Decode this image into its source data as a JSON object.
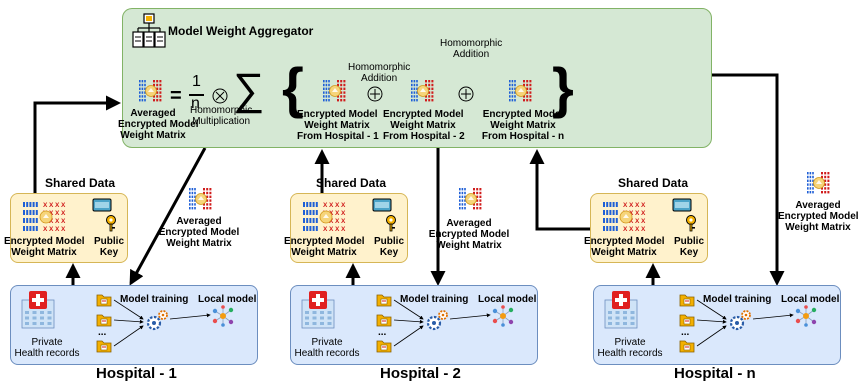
{
  "aggregator": {
    "title": "Model Weight Aggregator",
    "averaged_label": "Averaged\nEncrypted Model\nWeight Matrix",
    "equals": "=",
    "one": "1",
    "n": "n",
    "homomorphic_multiplication": "Homomorphic\nMultiplication",
    "sigma": "∑",
    "left_brace": "{",
    "right_brace": "}",
    "homomorphic_addition_1": "Homomorphic\nAddition",
    "homomorphic_addition_2": "Homomorphic\nAddition",
    "matrix_1": "Encrypted Model\nWeight Matrix\nFrom Hospital - 1",
    "matrix_2": "Encrypted Model\nWeight Matrix\nFrom Hospital - 2",
    "matrix_n": "Encrypted Model\nWeight Matrix\nFrom Hospital - n"
  },
  "hospitals": [
    {
      "name": "Hospital - 1",
      "shared_data": "Shared Data",
      "encrypted_matrix": "Encrypted Model\nWeight Matrix",
      "public_key": "Public\nKey",
      "averaged": "Averaged\nEncrypted Model\nWeight Matrix",
      "model_training": "Model training",
      "local_model": "Local model",
      "records": "Private\nHealth records",
      "dots": "..."
    },
    {
      "name": "Hospital - 2",
      "shared_data": "Shared Data",
      "encrypted_matrix": "Encrypted Model\nWeight Matrix",
      "public_key": "Public\nKey",
      "averaged": "Averaged\nEncrypted Model\nWeight Matrix",
      "model_training": "Model training",
      "local_model": "Local model",
      "records": "Private\nHealth records",
      "dots": "..."
    },
    {
      "name": "Hospital - n",
      "shared_data": "Shared Data",
      "encrypted_matrix": "Encrypted Model\nWeight Matrix",
      "public_key": "Public\nKey",
      "averaged": "Averaged\nEncrypted Model\nWeight Matrix",
      "model_training": "Model training",
      "local_model": "Local model",
      "records": "Private\nHealth records",
      "dots": "..."
    }
  ],
  "matrix_glyph": {
    "row_a": "10100 XXXX",
    "row_b": "10110 XXXX"
  },
  "colors": {
    "aggregator_fill": "#d5e8d4",
    "shared_fill": "#fff2cc",
    "hospital_fill": "#dae8fc",
    "cipher_blue": "#1f5fd6",
    "cipher_red": "#d01c1c",
    "hospital_cross": "#e02020"
  }
}
